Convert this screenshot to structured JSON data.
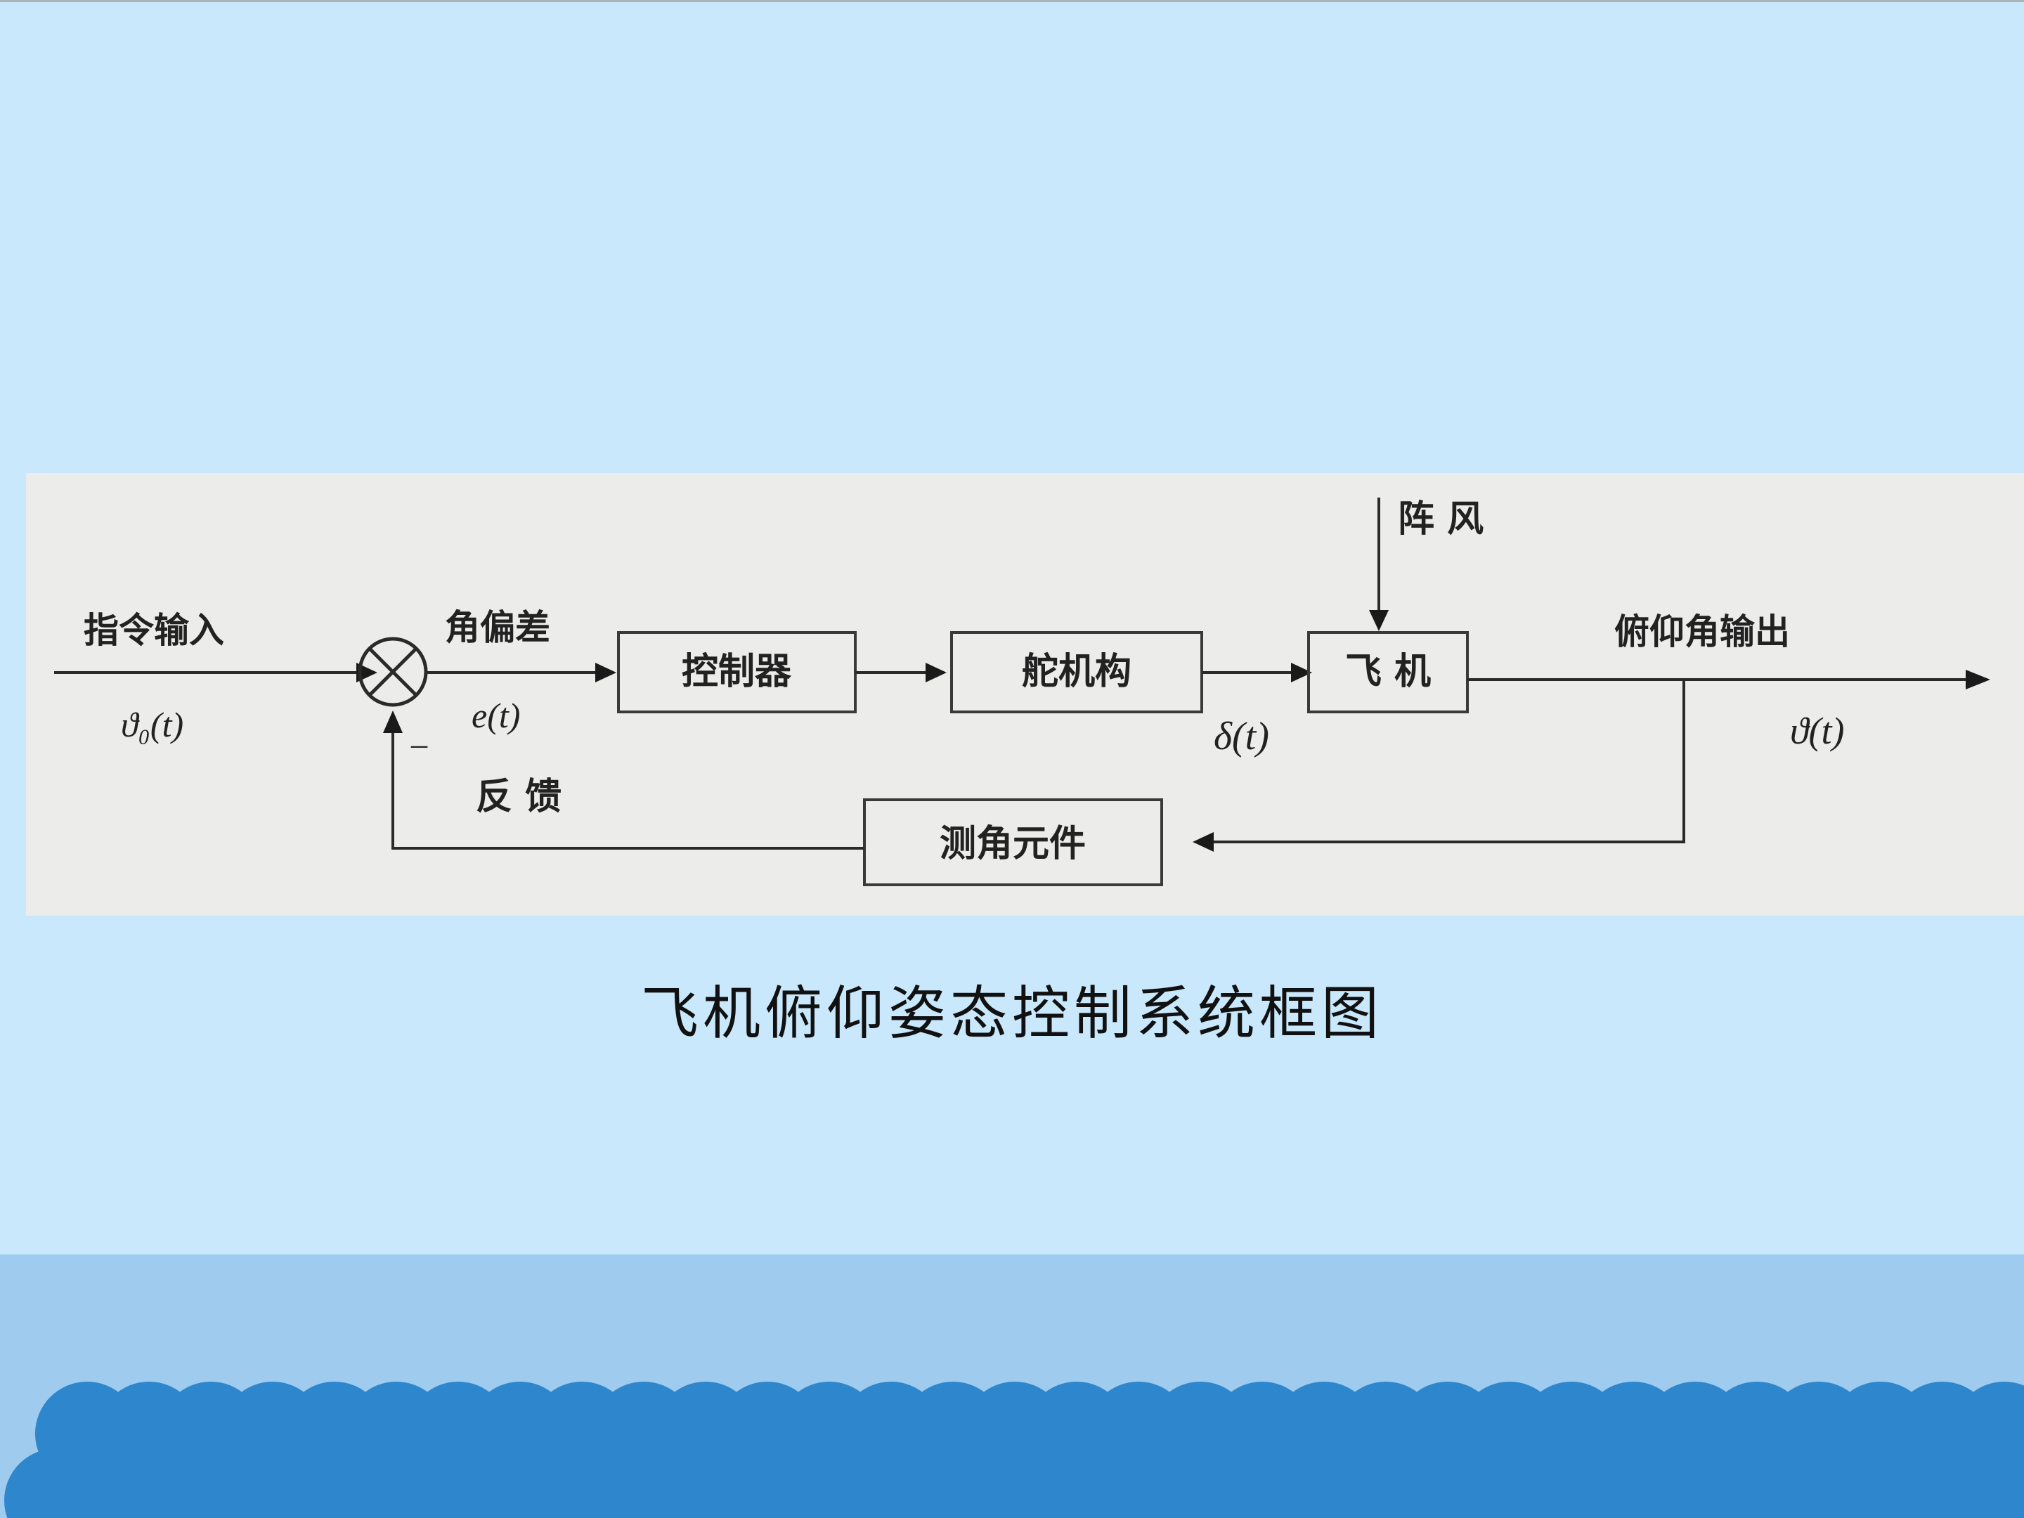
{
  "diagram": {
    "labels": {
      "command_input": "指令输入",
      "command_symbol": "ϑ₀(t)",
      "angle_error": "角偏差",
      "error_symbol": "e(t)",
      "minus_sign": "_",
      "feedback": "反 馈",
      "gust": "阵 风",
      "deflection_symbol": "δ(t)",
      "pitch_output": "俯仰角输出",
      "output_symbol": "ϑ(t)"
    },
    "blocks": {
      "controller": "控制器",
      "actuator": "舵机构",
      "aircraft": "飞 机",
      "sensor": "测角元件"
    }
  },
  "caption": "飞机俯仰姿态控制系统框图",
  "colors": {
    "background": "#c9e8fb",
    "panel": "#ececea",
    "footer_band": "#9ecbee",
    "scallop": "#2e86cc"
  }
}
